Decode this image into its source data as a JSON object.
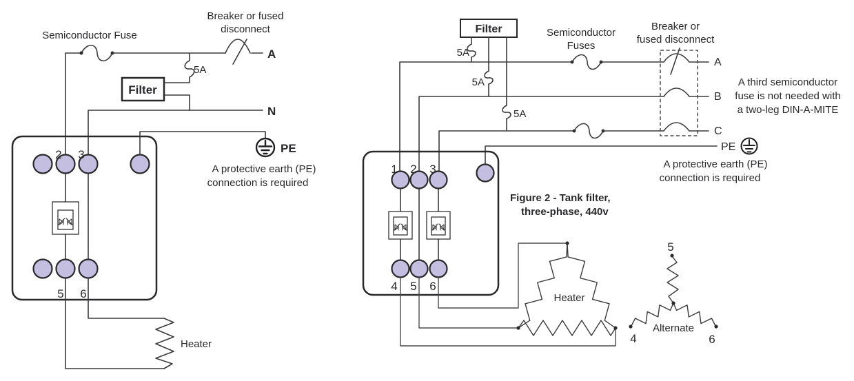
{
  "colors": {
    "wire": "#3a3a3c",
    "outline": "#28282a",
    "terminal_fill": "#c4bfe0",
    "text": "#29292b",
    "background": "#ffffff"
  },
  "left_diagram": {
    "semiconductor_fuse_label": "Semiconductor Fuse",
    "breaker_label_line1": "Breaker or fused",
    "breaker_label_line2": "disconnect",
    "fuse_rating": "5A",
    "filter_label": "Filter",
    "phase_a_label": "A",
    "neutral_label": "N",
    "pe_label": "PE",
    "pe_note_line1": "A protective earth (PE)",
    "pe_note_line2": "connection is required",
    "terminals_top": [
      "2",
      "3"
    ],
    "terminals_bottom": [
      "5",
      "6"
    ],
    "heater_label": "Heater"
  },
  "right_diagram": {
    "filter_label": "Filter",
    "fuse_ratings": [
      "5A",
      "5A",
      "5A"
    ],
    "semiconductor_fuses_line1": "Semiconductor",
    "semiconductor_fuses_line2": "Fuses",
    "breaker_label_line1": "Breaker or",
    "breaker_label_line2": "fused disconnect",
    "phase_labels": {
      "a": "A",
      "b": "B",
      "c": "C",
      "pe": "PE"
    },
    "third_fuse_note_line1": "A third semiconductor",
    "third_fuse_note_line2": "fuse is not needed with",
    "third_fuse_note_line3": "a two-leg DIN-A-MITE",
    "pe_note_line1": "A protective earth (PE)",
    "pe_note_line2": "connection is required",
    "caption_line1": "Figure 2 - Tank filter,",
    "caption_line2": "three-phase, 440v",
    "terminals_top": [
      "1",
      "2",
      "3"
    ],
    "terminals_bottom": [
      "4",
      "5",
      "6"
    ],
    "heater_label": "Heater",
    "alternate_label": "Alternate",
    "wye_terminal_top": "5",
    "wye_terminal_left": "4",
    "wye_terminal_right": "6"
  }
}
